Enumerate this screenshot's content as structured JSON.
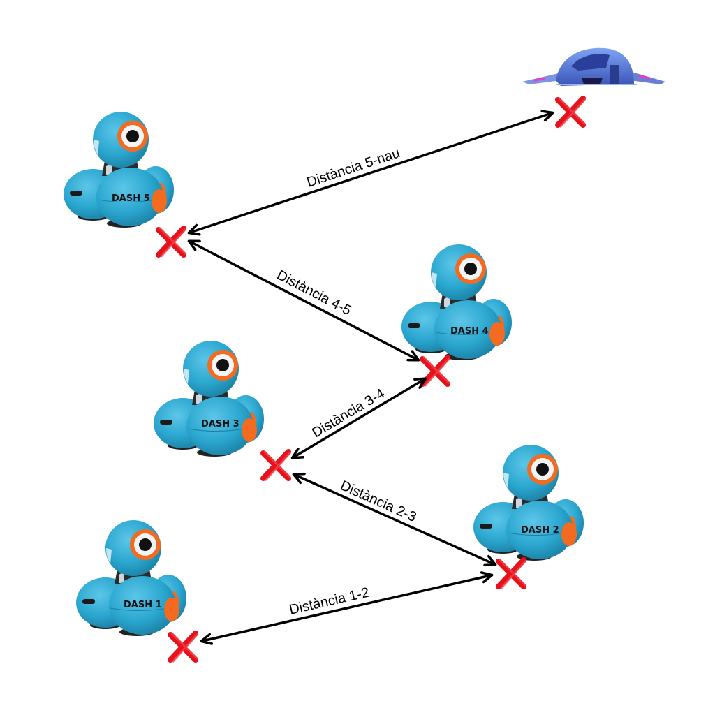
{
  "robots": [
    {
      "id": "dash-1",
      "label": "DASH 1"
    },
    {
      "id": "dash-2",
      "label": "DASH 2"
    },
    {
      "id": "dash-3",
      "label": "DASH 3"
    },
    {
      "id": "dash-4",
      "label": "DASH 4"
    },
    {
      "id": "dash-5",
      "label": "DASH 5"
    }
  ],
  "distances": [
    {
      "id": "dist-1-2",
      "label": "Distància 1-2"
    },
    {
      "id": "dist-2-3",
      "label": "Distància 2-3"
    },
    {
      "id": "dist-3-4",
      "label": "Distància 3-4"
    },
    {
      "id": "dist-4-5",
      "label": "Distància 4-5"
    },
    {
      "id": "dist-5-nau",
      "label": "Distància 5-nau"
    }
  ],
  "colors": {
    "robot_body": "#2aa6cf",
    "robot_orange": "#f26b21",
    "cross": "#e8111b",
    "arrow": "#000000",
    "ship": "#4a6fd8"
  }
}
